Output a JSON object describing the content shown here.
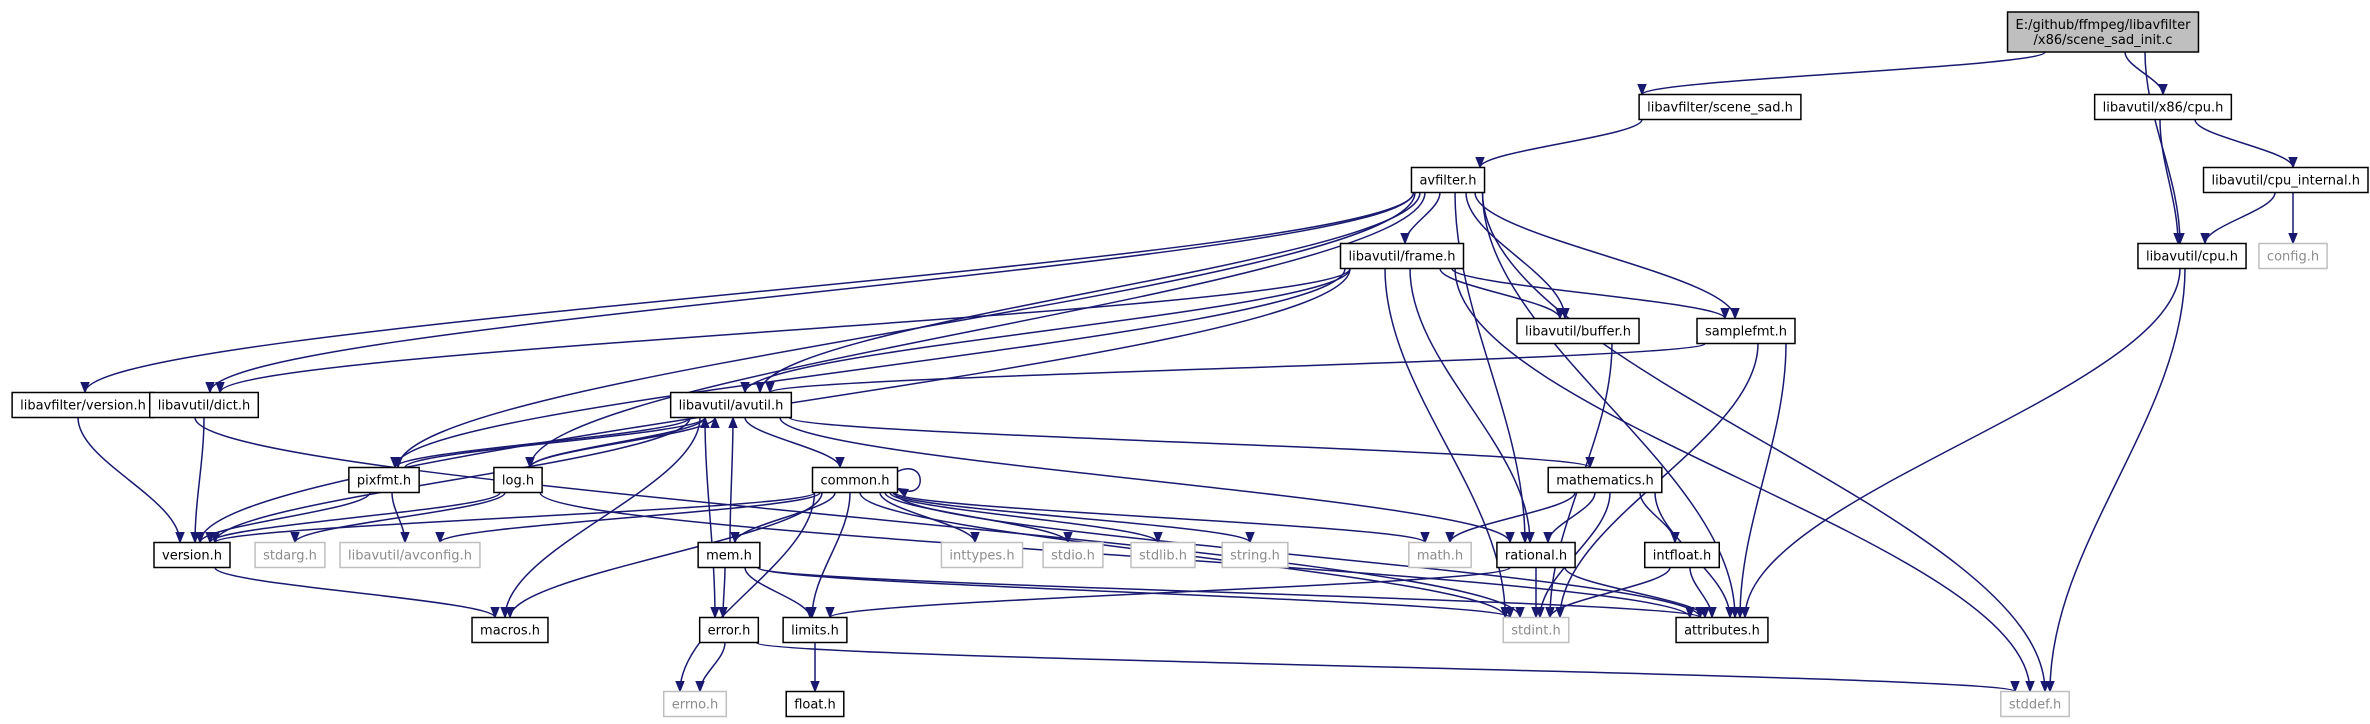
{
  "diagram": {
    "nodes": [
      {
        "id": "root",
        "lines": [
          "E:/github/ffmpeg/libavfilter",
          "/x86/scene_sad_init.c"
        ],
        "style": "root"
      },
      {
        "id": "scene_sad",
        "lines": [
          "libavfilter/scene_sad.h"
        ],
        "style": "normal"
      },
      {
        "id": "x86cpu",
        "lines": [
          "libavutil/x86/cpu.h"
        ],
        "style": "normal"
      },
      {
        "id": "cpu_internal",
        "lines": [
          "libavutil/cpu_internal.h"
        ],
        "style": "normal"
      },
      {
        "id": "avfilter",
        "lines": [
          "avfilter.h"
        ],
        "style": "normal"
      },
      {
        "id": "cpu",
        "lines": [
          "libavutil/cpu.h"
        ],
        "style": "normal"
      },
      {
        "id": "config",
        "lines": [
          "config.h"
        ],
        "style": "external"
      },
      {
        "id": "frame",
        "lines": [
          "libavutil/frame.h"
        ],
        "style": "normal"
      },
      {
        "id": "buffer",
        "lines": [
          "libavutil/buffer.h"
        ],
        "style": "normal"
      },
      {
        "id": "samplefmt",
        "lines": [
          "samplefmt.h"
        ],
        "style": "normal"
      },
      {
        "id": "lavfi_version",
        "lines": [
          "libavfilter/version.h"
        ],
        "style": "normal"
      },
      {
        "id": "dict",
        "lines": [
          "libavutil/dict.h"
        ],
        "style": "normal"
      },
      {
        "id": "avutil",
        "lines": [
          "libavutil/avutil.h"
        ],
        "style": "normal"
      },
      {
        "id": "pixfmt",
        "lines": [
          "pixfmt.h"
        ],
        "style": "normal"
      },
      {
        "id": "log",
        "lines": [
          "log.h"
        ],
        "style": "normal"
      },
      {
        "id": "common",
        "lines": [
          "common.h"
        ],
        "style": "normal"
      },
      {
        "id": "mathematics",
        "lines": [
          "mathematics.h"
        ],
        "style": "normal"
      },
      {
        "id": "version",
        "lines": [
          "version.h"
        ],
        "style": "normal"
      },
      {
        "id": "stdarg",
        "lines": [
          "stdarg.h"
        ],
        "style": "external"
      },
      {
        "id": "avconfig",
        "lines": [
          "libavutil/avconfig.h"
        ],
        "style": "external"
      },
      {
        "id": "mem",
        "lines": [
          "mem.h"
        ],
        "style": "normal"
      },
      {
        "id": "inttypes",
        "lines": [
          "inttypes.h"
        ],
        "style": "external"
      },
      {
        "id": "stdio",
        "lines": [
          "stdio.h"
        ],
        "style": "external"
      },
      {
        "id": "stdlib",
        "lines": [
          "stdlib.h"
        ],
        "style": "external"
      },
      {
        "id": "string",
        "lines": [
          "string.h"
        ],
        "style": "external"
      },
      {
        "id": "math",
        "lines": [
          "math.h"
        ],
        "style": "external"
      },
      {
        "id": "rational",
        "lines": [
          "rational.h"
        ],
        "style": "normal"
      },
      {
        "id": "intfloat",
        "lines": [
          "intfloat.h"
        ],
        "style": "normal"
      },
      {
        "id": "macros",
        "lines": [
          "macros.h"
        ],
        "style": "normal"
      },
      {
        "id": "error",
        "lines": [
          "error.h"
        ],
        "style": "normal"
      },
      {
        "id": "limits",
        "lines": [
          "limits.h"
        ],
        "style": "normal"
      },
      {
        "id": "stdint",
        "lines": [
          "stdint.h"
        ],
        "style": "external"
      },
      {
        "id": "attributes",
        "lines": [
          "attributes.h"
        ],
        "style": "normal"
      },
      {
        "id": "errno",
        "lines": [
          "errno.h"
        ],
        "style": "external"
      },
      {
        "id": "float",
        "lines": [
          "float.h"
        ],
        "style": "normal"
      },
      {
        "id": "stddef",
        "lines": [
          "stddef.h"
        ],
        "style": "external"
      }
    ],
    "edges": [
      [
        "root",
        "scene_sad"
      ],
      [
        "root",
        "x86cpu"
      ],
      [
        "root",
        "cpu"
      ],
      [
        "x86cpu",
        "cpu_internal"
      ],
      [
        "x86cpu",
        "cpu"
      ],
      [
        "cpu_internal",
        "cpu"
      ],
      [
        "cpu_internal",
        "config"
      ],
      [
        "cpu",
        "attributes"
      ],
      [
        "cpu",
        "stddef"
      ],
      [
        "scene_sad",
        "avfilter"
      ],
      [
        "avfilter",
        "lavfi_version"
      ],
      [
        "avfilter",
        "dict"
      ],
      [
        "avfilter",
        "frame"
      ],
      [
        "avfilter",
        "buffer"
      ],
      [
        "avfilter",
        "samplefmt"
      ],
      [
        "avfilter",
        "avutil"
      ],
      [
        "avfilter",
        "pixfmt"
      ],
      [
        "avfilter",
        "log"
      ],
      [
        "avfilter",
        "rational"
      ],
      [
        "avfilter",
        "attributes"
      ],
      [
        "avfilter",
        "stddef"
      ],
      [
        "frame",
        "avutil"
      ],
      [
        "frame",
        "buffer"
      ],
      [
        "frame",
        "dict"
      ],
      [
        "frame",
        "rational"
      ],
      [
        "frame",
        "samplefmt"
      ],
      [
        "frame",
        "pixfmt"
      ],
      [
        "frame",
        "version"
      ],
      [
        "frame",
        "stdint"
      ],
      [
        "frame",
        "stddef"
      ],
      [
        "buffer",
        "stdint"
      ],
      [
        "samplefmt",
        "avutil"
      ],
      [
        "samplefmt",
        "attributes"
      ],
      [
        "samplefmt",
        "stdint"
      ],
      [
        "lavfi_version",
        "version"
      ],
      [
        "dict",
        "version"
      ],
      [
        "dict",
        "stdint"
      ],
      [
        "avutil",
        "common"
      ],
      [
        "avutil",
        "error"
      ],
      [
        "avutil",
        "rational"
      ],
      [
        "avutil",
        "version"
      ],
      [
        "avutil",
        "macros"
      ],
      [
        "avutil",
        "mathematics"
      ],
      [
        "avutil",
        "log"
      ],
      [
        "avutil",
        "pixfmt"
      ],
      [
        "pixfmt",
        "avutil"
      ],
      [
        "pixfmt",
        "version"
      ],
      [
        "pixfmt",
        "avconfig"
      ],
      [
        "log",
        "avutil"
      ],
      [
        "log",
        "version"
      ],
      [
        "log",
        "attributes"
      ],
      [
        "log",
        "stdarg"
      ],
      [
        "common",
        "common"
      ],
      [
        "common",
        "version"
      ],
      [
        "common",
        "avconfig"
      ],
      [
        "common",
        "macros"
      ],
      [
        "common",
        "mem"
      ],
      [
        "common",
        "errno"
      ],
      [
        "common",
        "limits"
      ],
      [
        "common",
        "inttypes"
      ],
      [
        "common",
        "stdio"
      ],
      [
        "common",
        "stdlib"
      ],
      [
        "common",
        "string"
      ],
      [
        "common",
        "math"
      ],
      [
        "common",
        "attributes"
      ],
      [
        "common",
        "stdint"
      ],
      [
        "mem",
        "avutil"
      ],
      [
        "mem",
        "error"
      ],
      [
        "mem",
        "limits"
      ],
      [
        "mem",
        "attributes"
      ],
      [
        "mem",
        "stdint"
      ],
      [
        "mathematics",
        "math"
      ],
      [
        "mathematics",
        "rational"
      ],
      [
        "mathematics",
        "intfloat"
      ],
      [
        "mathematics",
        "attributes"
      ],
      [
        "mathematics",
        "stdint"
      ],
      [
        "rational",
        "stdint"
      ],
      [
        "rational",
        "limits"
      ],
      [
        "rational",
        "attributes"
      ],
      [
        "intfloat",
        "stdint"
      ],
      [
        "intfloat",
        "attributes"
      ],
      [
        "version",
        "macros"
      ],
      [
        "error",
        "errno"
      ],
      [
        "error",
        "stddef"
      ],
      [
        "limits",
        "float"
      ]
    ]
  }
}
